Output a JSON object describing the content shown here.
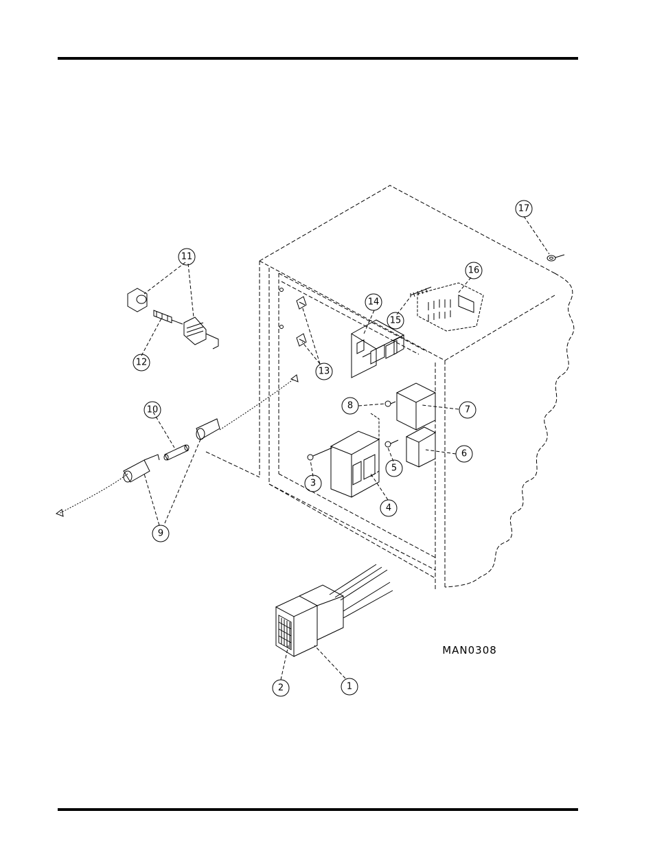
{
  "drawing_code": "MAN0308",
  "callouts": [
    "1",
    "2",
    "3",
    "4",
    "5",
    "6",
    "7",
    "8",
    "9",
    "10",
    "11",
    "12",
    "13",
    "14",
    "15",
    "16",
    "17"
  ]
}
